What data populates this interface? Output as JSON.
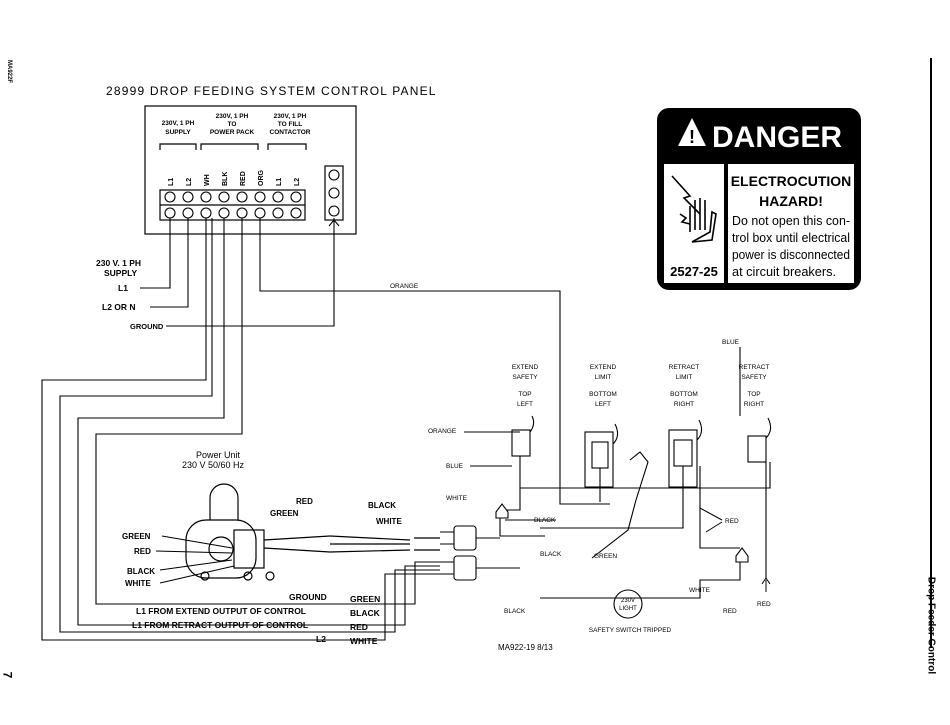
{
  "side": {
    "code": "MA922F",
    "title": "Drop Feeder Control",
    "page": "7"
  },
  "panel": {
    "title": "28999 DROP FEEDING SYSTEM CONTROL PANEL",
    "groups": [
      "230V, 1 PH SUPPLY",
      "230V, 1 PH TO POWER PACK",
      "230V, 1 PH TO FILL CONTACTOR"
    ],
    "group_lines": {
      "supply_a": "230V, 1 PH",
      "supply_b": "SUPPLY",
      "pp_a": "230V, 1 PH",
      "pp_b": "TO",
      "pp_c": "POWER PACK",
      "fc_a": "230V, 1 PH",
      "fc_b": "TO FILL",
      "fc_c": "CONTACTOR"
    },
    "terminals": [
      "L1",
      "L2",
      "WH",
      "BLK",
      "RED",
      "ORG",
      "L1",
      "L2"
    ]
  },
  "danger": {
    "header": "DANGER",
    "hazard_1": "ELECTROCUTION",
    "hazard_2": "HAZARD!",
    "body_1": "Do not open this con-",
    "body_2": "trol box until electrical",
    "body_3": "power is disconnected",
    "body_4": "at circuit breakers.",
    "code": "2527-25"
  },
  "supply": {
    "line1": "230 V. 1 PH",
    "line2": "SUPPLY",
    "l1": "L1",
    "l2": "L2 OR N",
    "ground": "GROUND"
  },
  "wires": {
    "orange_top": "ORANGE",
    "orange_mid": "ORANGE",
    "blue_top": "BLUE",
    "blue_mid": "BLUE",
    "white_a": "WHITE",
    "white_b": "WHITE",
    "black_a": "BLACK",
    "black_b": "BLACK",
    "black_c": "BLACK",
    "green_a": "GREEN",
    "red_a": "RED",
    "red_b": "RED",
    "red_c": "RED"
  },
  "switches": [
    {
      "name": "EXTEND SAFETY",
      "l1": "EXTEND",
      "l2": "SAFETY",
      "p1": "TOP",
      "p2": "LEFT"
    },
    {
      "name": "EXTEND LIMIT",
      "l1": "EXTEND",
      "l2": "LIMIT",
      "p1": "BOTTOM",
      "p2": "LEFT"
    },
    {
      "name": "RETRACT LIMIT",
      "l1": "RETRACT",
      "l2": "LIMIT",
      "p1": "BOTTOM",
      "p2": "RIGHT"
    },
    {
      "name": "RETRACT SAFETY",
      "l1": "RETRACT",
      "l2": "SAFETY",
      "p1": "TOP",
      "p2": "RIGHT"
    }
  ],
  "power_unit": {
    "line1": "Power Unit",
    "line2": "230 V 50/60 Hz"
  },
  "motor_labels": {
    "green": "GREEN",
    "red": "RED",
    "black": "BLACK",
    "white": "WHITE"
  },
  "cable_labels": {
    "red": "RED",
    "green": "GREEN",
    "black": "BLACK",
    "white": "WHITE"
  },
  "outputs": [
    {
      "label": "GROUND",
      "color": "GREEN"
    },
    {
      "label": "L1  FROM  EXTEND  OUTPUT  OF  CONTROL",
      "color": "BLACK"
    },
    {
      "label": "L1  FROM  RETRACT  OUTPUT  OF  CONTROL",
      "color": "RED"
    },
    {
      "label": "L2",
      "color": "WHITE"
    }
  ],
  "light": {
    "line1": "230V",
    "line2": "LIGHT",
    "caption": "SAFETY SWITCH TRIPPED"
  },
  "drawing_code": "MA922-19 8/13",
  "colors": {
    "ink": "#000000",
    "paper": "#ffffff"
  }
}
